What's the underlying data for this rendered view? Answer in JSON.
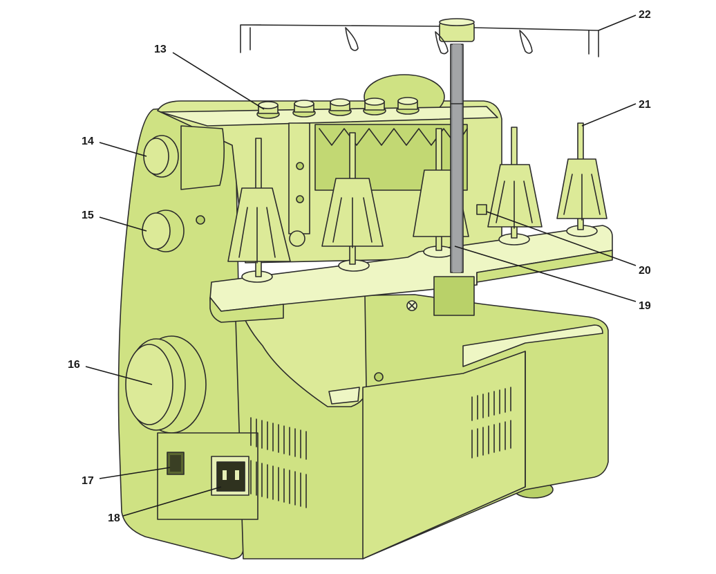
{
  "colors": {
    "body_light": "#dcea98",
    "body_mid": "#cfe283",
    "body_dark": "#b9d169",
    "accent_pale": "#eef6c4",
    "outline": "#2b2b2b",
    "rod_gray": "#8f9193",
    "rod_dark": "#6f7173"
  },
  "callouts": [
    {
      "id": "13",
      "label": "13"
    },
    {
      "id": "14",
      "label": "14"
    },
    {
      "id": "15",
      "label": "15"
    },
    {
      "id": "16",
      "label": "16"
    },
    {
      "id": "17",
      "label": "17"
    },
    {
      "id": "18",
      "label": "18"
    },
    {
      "id": "19",
      "label": "19"
    },
    {
      "id": "20",
      "label": "20"
    },
    {
      "id": "21",
      "label": "21"
    },
    {
      "id": "22",
      "label": "22"
    }
  ]
}
